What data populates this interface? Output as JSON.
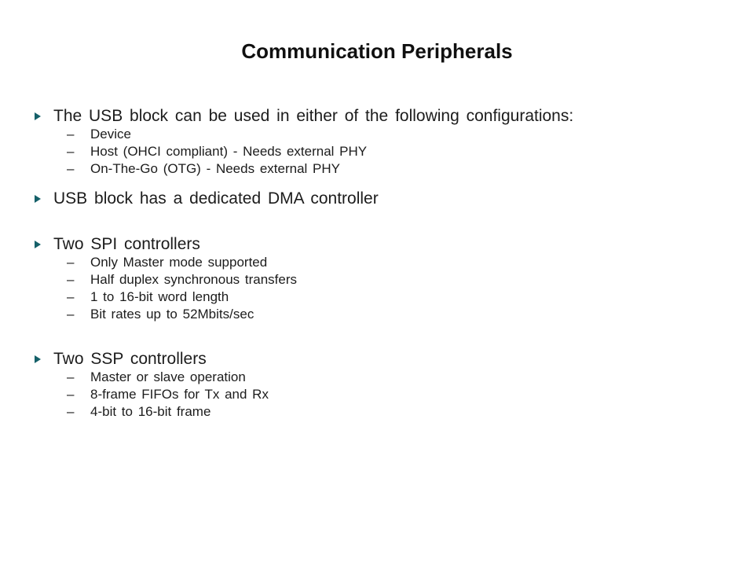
{
  "slide": {
    "title": "Communication Peripherals",
    "accent_color": "#156069",
    "text_color": "#1c1c1c",
    "background_color": "#ffffff"
  },
  "markers": {
    "sub": "–"
  },
  "bullets": [
    {
      "text": "The USB block can be used in either of the following configurations:",
      "subs": [
        "Device",
        "Host (OHCI compliant) - Needs external PHY",
        "On-The-Go (OTG) - Needs external PHY"
      ]
    },
    {
      "text": "USB block has a dedicated DMA controller",
      "subs": []
    },
    {
      "text": "Two SPI controllers",
      "subs": [
        "Only Master mode supported",
        "Half duplex synchronous transfers",
        "1 to 16-bit word length",
        "Bit rates up to 52Mbits/sec"
      ]
    },
    {
      "text": "Two SSP controllers",
      "subs": [
        "Master or slave operation",
        "8-frame FIFOs for Tx and Rx",
        "4-bit to 16-bit frame"
      ]
    }
  ]
}
